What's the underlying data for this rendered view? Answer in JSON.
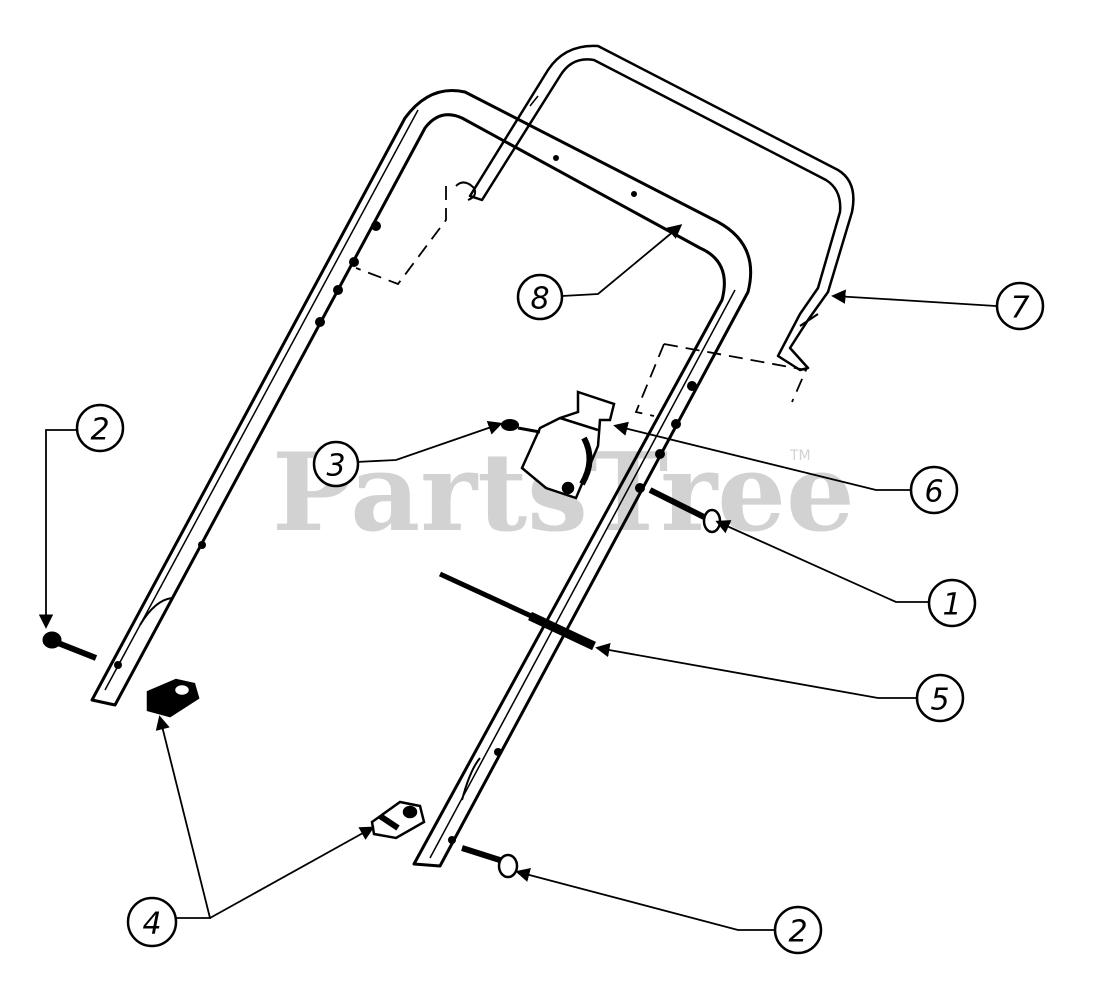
{
  "watermark": {
    "text": "PartsTree",
    "trademark": "TM",
    "color": "#cfcfcf"
  },
  "callouts": [
    {
      "id": "c1",
      "label": "1"
    },
    {
      "id": "c2a",
      "label": "2"
    },
    {
      "id": "c2b",
      "label": "2"
    },
    {
      "id": "c3",
      "label": "3"
    },
    {
      "id": "c4",
      "label": "4"
    },
    {
      "id": "c5",
      "label": "5"
    },
    {
      "id": "c6",
      "label": "6"
    },
    {
      "id": "c7",
      "label": "7"
    },
    {
      "id": "c8",
      "label": "8"
    }
  ],
  "colors": {
    "line": "#000000",
    "background": "#ffffff"
  }
}
